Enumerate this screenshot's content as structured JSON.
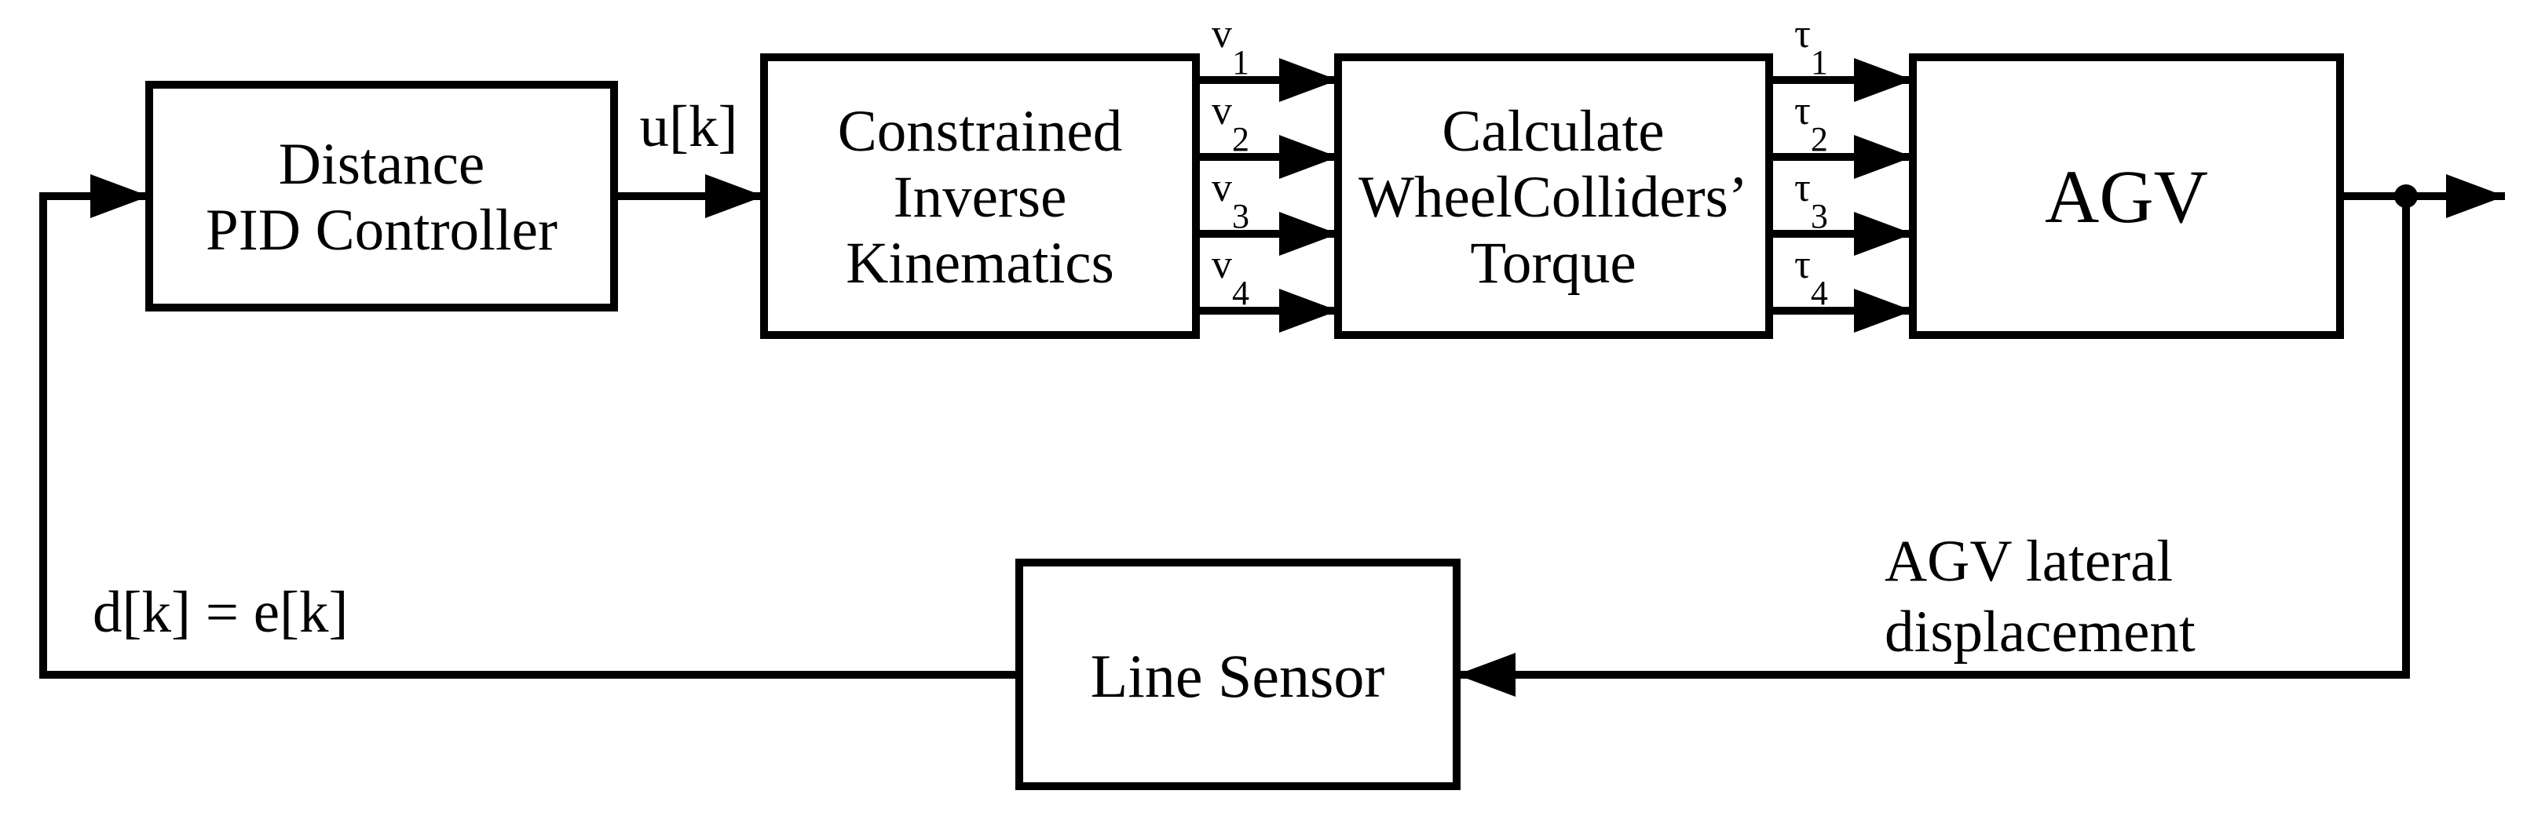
{
  "diagram": {
    "kind": "feedback control loop block diagram",
    "colors": {
      "ink": "#000000",
      "paper": "#ffffff"
    },
    "blocks": {
      "pid": {
        "line1": "Distance",
        "line2": "PID Controller"
      },
      "cik": {
        "line1": "Constrained",
        "line2": "Inverse",
        "line3": "Kinematics"
      },
      "torque": {
        "line1": "Calculate",
        "line2": "WheelColliders’",
        "line3": "Torque"
      },
      "agv": {
        "label": "AGV"
      },
      "sensor": {
        "label": "Line Sensor"
      }
    },
    "signals": {
      "control": "u[k]",
      "wheel_speed_base": "v",
      "wheel_torque_base": "τ",
      "subs": [
        "1",
        "2",
        "3",
        "4"
      ],
      "error": "d[k] = e[k]",
      "output_note_line1": "AGV lateral",
      "output_note_line2": "displacement"
    }
  }
}
